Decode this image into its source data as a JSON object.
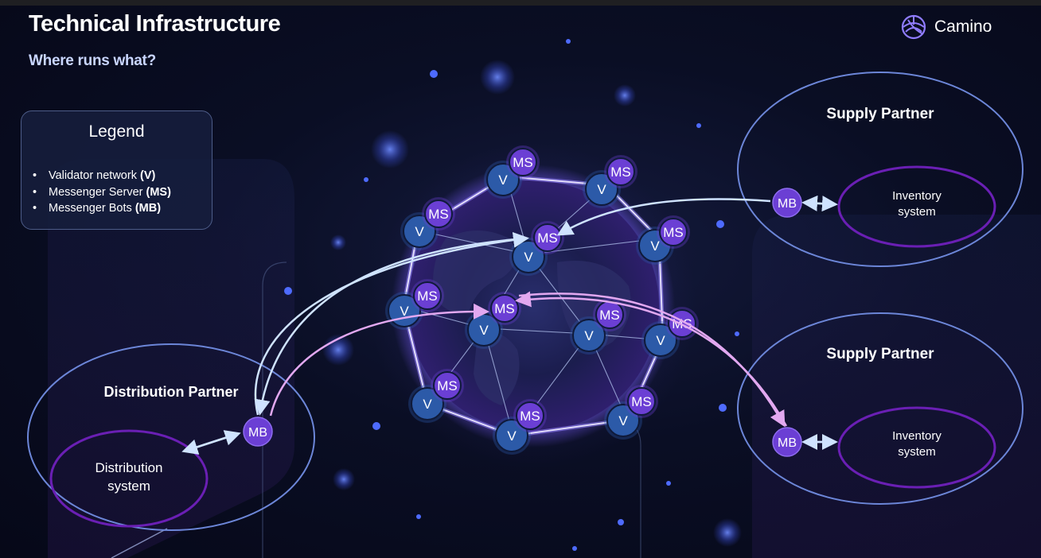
{
  "header": {
    "title": "Technical Infrastructure",
    "subtitle": "Where runs what?"
  },
  "brand": {
    "name": "Camino",
    "icon": "camino-logo-icon"
  },
  "legend": {
    "title": "Legend",
    "items": [
      {
        "text": "Validator network ",
        "abbr": "(V)"
      },
      {
        "text": "Messenger Server ",
        "abbr": "(MS)"
      },
      {
        "text": "Messenger Bots ",
        "abbr": "(MB)"
      }
    ]
  },
  "diagram": {
    "distribution_partner": {
      "title": "Distribution Partner",
      "bot_label": "MB",
      "system_label_line1": "Distribution",
      "system_label_line2": "system"
    },
    "supply_partner_top": {
      "title": "Supply Partner",
      "bot_label": "MB",
      "system_label_line1": "Inventory",
      "system_label_line2": "system"
    },
    "supply_partner_bottom": {
      "title": "Supply Partner",
      "bot_label": "MB",
      "system_label_line1": "Inventory",
      "system_label_line2": "system"
    },
    "validator_label": "V",
    "messenger_server_label": "MS"
  },
  "colors": {
    "background": "#060818",
    "validator_node": "#2c5aa8",
    "messenger_node": "#6b3fd4",
    "partner_ring": "#6c86d8",
    "system_ring": "#6a1fb4",
    "arrow_light": "#cfe3ff",
    "arrow_pink": "#e2a8f0",
    "accent_text": "#c9d6ff"
  }
}
